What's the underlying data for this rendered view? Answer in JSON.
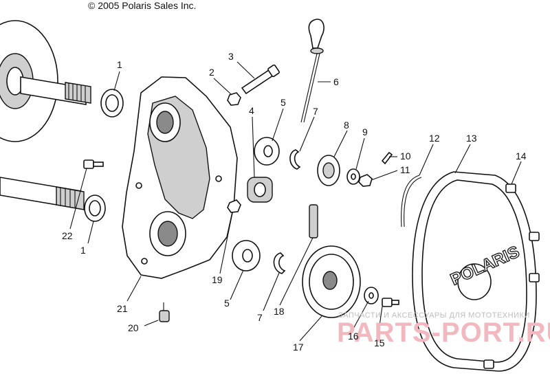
{
  "copyright": "© 2005 Polaris Sales Inc.",
  "cover_brand": "POLARIS",
  "watermark": {
    "tagline": "ЗАПЧАСТИ И АКСЕССУАРЫ ДЛЯ МОТОТЕХНИКИ",
    "site": "PARTS-PORT.RU"
  },
  "callouts": [
    {
      "id": "1a",
      "label": "1"
    },
    {
      "id": "1b",
      "label": "1"
    },
    {
      "id": "2",
      "label": "2"
    },
    {
      "id": "3",
      "label": "3"
    },
    {
      "id": "4",
      "label": "4"
    },
    {
      "id": "5a",
      "label": "5"
    },
    {
      "id": "5b",
      "label": "5"
    },
    {
      "id": "6",
      "label": "6"
    },
    {
      "id": "7a",
      "label": "7"
    },
    {
      "id": "7b",
      "label": "7"
    },
    {
      "id": "8",
      "label": "8"
    },
    {
      "id": "9",
      "label": "9"
    },
    {
      "id": "10",
      "label": "10"
    },
    {
      "id": "11",
      "label": "11"
    },
    {
      "id": "12",
      "label": "12"
    },
    {
      "id": "13",
      "label": "13"
    },
    {
      "id": "14",
      "label": "14"
    },
    {
      "id": "15",
      "label": "15"
    },
    {
      "id": "16",
      "label": "16"
    },
    {
      "id": "17",
      "label": "17"
    },
    {
      "id": "18",
      "label": "18"
    },
    {
      "id": "19",
      "label": "19"
    },
    {
      "id": "20",
      "label": "20"
    },
    {
      "id": "21",
      "label": "21"
    },
    {
      "id": "22",
      "label": "22"
    }
  ]
}
